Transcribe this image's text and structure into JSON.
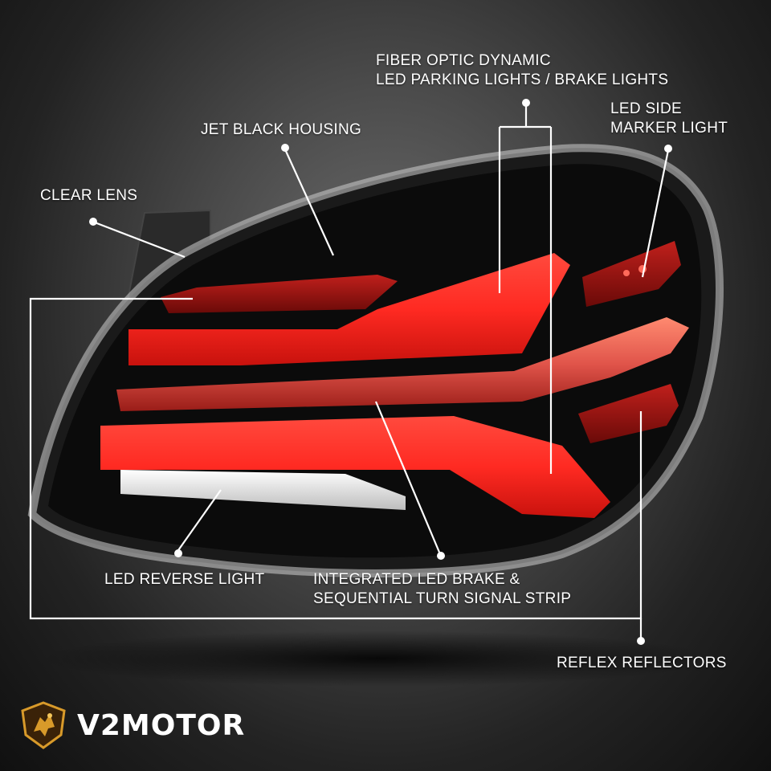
{
  "labels": {
    "fiber_optic_line1": "FIBER OPTIC DYNAMIC",
    "fiber_optic_line2": "LED PARKING LIGHTS / BRAKE LIGHTS",
    "side_marker_line1": "LED SIDE",
    "side_marker_line2": "MARKER LIGHT",
    "jet_black": "JET BLACK HOUSING",
    "clear_lens": "CLEAR LENS",
    "reverse_light": "LED REVERSE LIGHT",
    "brake_strip_line1": "INTEGRATED LED BRAKE &",
    "brake_strip_line2": "SEQUENTIAL TURN SIGNAL STRIP",
    "reflex_reflectors": "REFLEX REFLECTORS"
  },
  "brand": {
    "name": "V2MOTOR",
    "logo_icon": "griffin-shield-icon"
  },
  "colors": {
    "led_red": "#ff2a22",
    "housing": "#0b0b0b",
    "reverse_white": "#f2f2f2",
    "callout_line": "#ffffff",
    "brand_gold": "#d89a2a"
  }
}
